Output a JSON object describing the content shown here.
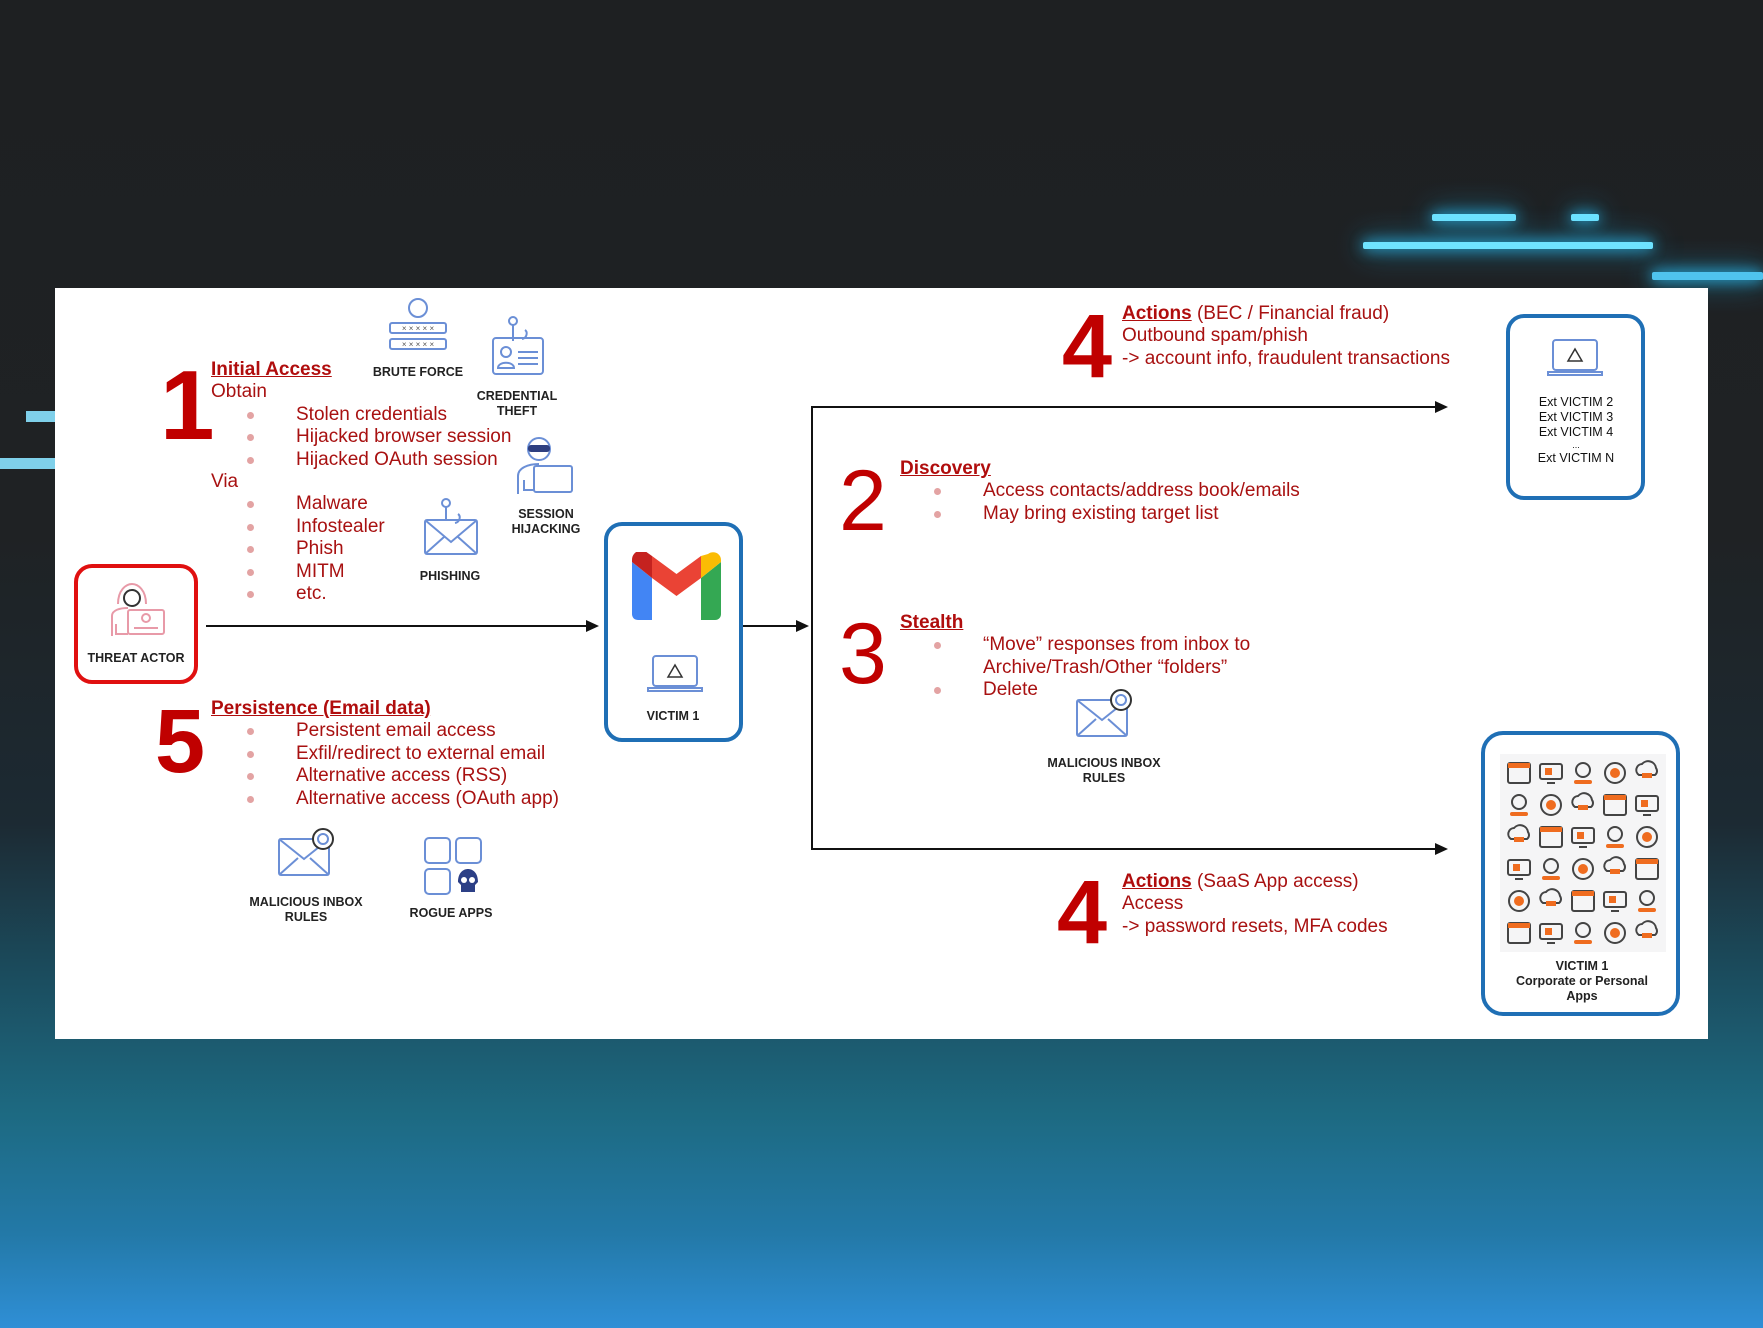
{
  "step1": {
    "number": "1",
    "heading": "Initial Access",
    "obtain": "Obtain",
    "obtain_items": [
      "Stolen credentials",
      "Hijacked browser session",
      "Hijacked OAuth session"
    ],
    "via": "Via",
    "via_items": [
      "Malware",
      "Infostealer",
      "Phish",
      "MITM",
      "etc."
    ]
  },
  "icons": {
    "brute_force": "BRUTE FORCE",
    "credential_theft": [
      "CREDENTIAL",
      "THEFT"
    ],
    "session_hijacking": [
      "SESSION",
      "HIJACKING"
    ],
    "phishing": "PHISHING",
    "threat_actor": "THREAT ACTOR",
    "victim1": "VICTIM 1",
    "malicious_inbox_rules": [
      "MALICIOUS INBOX",
      "RULES"
    ],
    "rogue_apps": "ROGUE APPS"
  },
  "step2": {
    "number": "2",
    "heading": "Discovery",
    "items": [
      "Access contacts/address book/emails",
      "May bring existing target list"
    ]
  },
  "step3": {
    "number": "3",
    "heading": "Stealth",
    "items": [
      "“Move” responses from inbox to",
      "Archive/Trash/Other “folders”",
      "Delete"
    ]
  },
  "step4a": {
    "number": "4",
    "heading": "Actions",
    "heading_suffix": " (BEC / Financial fraud)",
    "lines": [
      "Outbound spam/phish",
      "-> account info, fraudulent transactions"
    ]
  },
  "step4b": {
    "number": "4",
    "heading": "Actions",
    "heading_suffix": " (SaaS App access)",
    "lines": [
      "Access",
      "-> password resets, MFA codes"
    ]
  },
  "step5": {
    "number": "5",
    "heading": "Persistence (Email data)",
    "items": [
      "Persistent email access",
      "Exfil/redirect to external email",
      "Alternative access (RSS)",
      "Alternative access (OAuth app)"
    ]
  },
  "ext_victims": {
    "lines": [
      "Ext VICTIM 2",
      "Ext VICTIM 3",
      "Ext VICTIM 4",
      "...",
      "Ext VICTIM N"
    ]
  },
  "victim_apps": {
    "lines": [
      "VICTIM 1",
      "Corporate or Personal",
      "Apps"
    ]
  },
  "colors": {
    "red": "#c00000",
    "text_red": "#a81111",
    "icon_blue": "#6b8fd6",
    "box_blue": "#1f6fb5",
    "threat_red": "#e01010",
    "app_orange": "#ef6c1f"
  }
}
